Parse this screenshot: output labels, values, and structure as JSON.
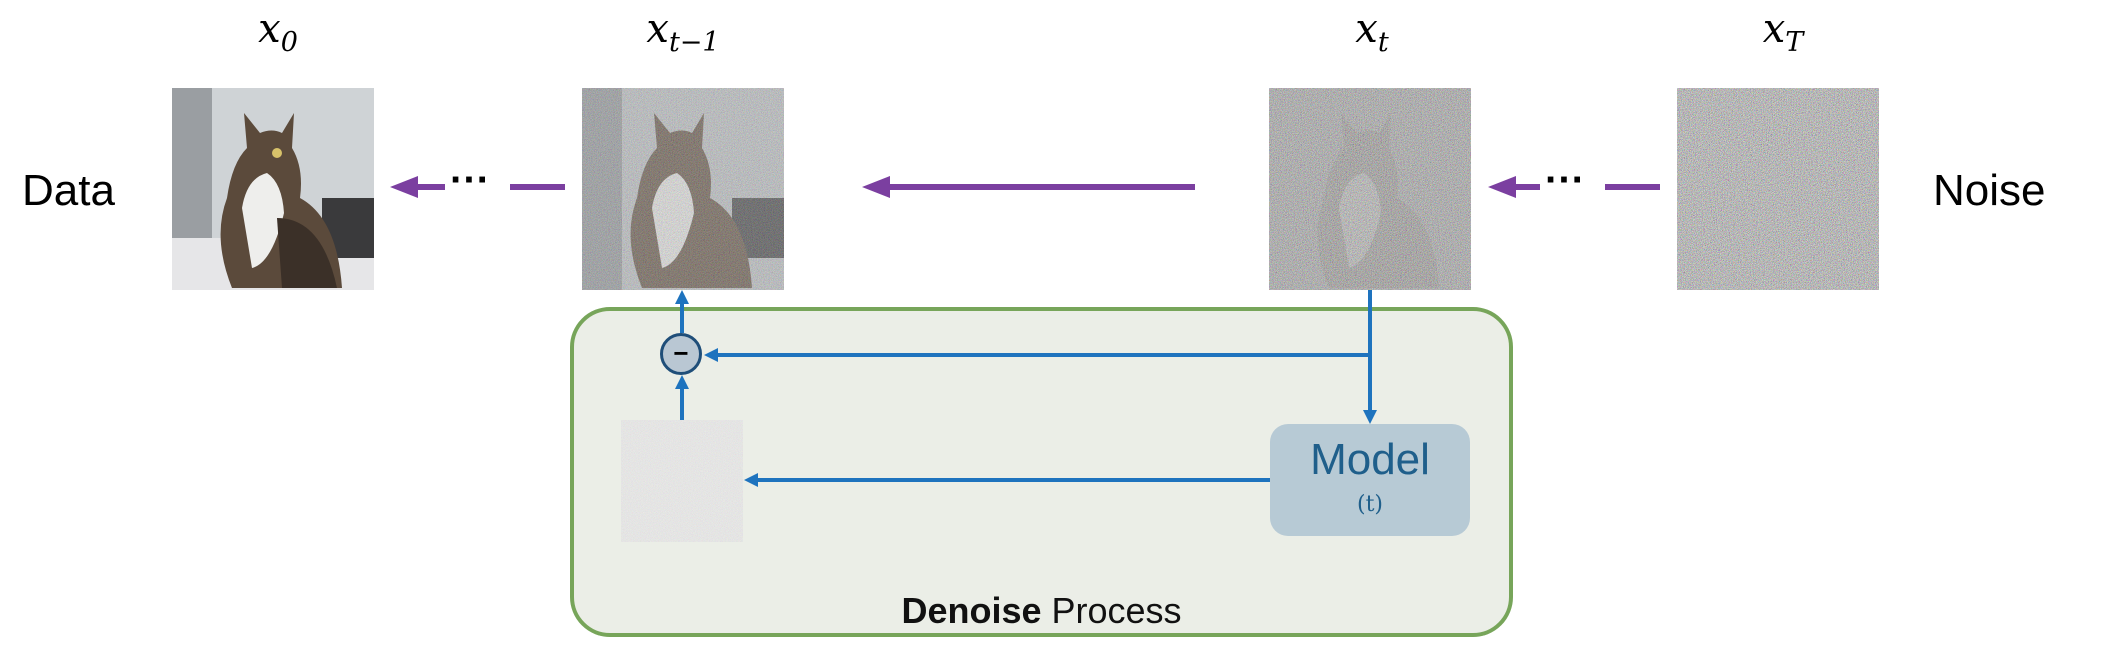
{
  "labels": {
    "x0": {
      "base": "x",
      "sub": "0"
    },
    "xt_minus_1": {
      "base": "x",
      "sub": "t−1"
    },
    "xt": {
      "base": "x",
      "sub": "t"
    },
    "xT": {
      "base": "x",
      "sub": "T"
    }
  },
  "side_left": "Data",
  "side_right": "Noise",
  "ellipsis": "···",
  "minus_sign": "−",
  "model": {
    "name": "Model",
    "arg": "(t)"
  },
  "process": {
    "bold": "Denoise",
    "rest": " Process"
  },
  "colors": {
    "reverse_arrow": "#7b3fa0",
    "flow_arrow": "#1e73be",
    "panel_bg": "#ebeee7",
    "panel_border": "#77a55a",
    "model_bg": "#b7cad5",
    "model_text": "#1f5f8b"
  },
  "icons": [
    "cat-clean-image",
    "cat-slightly-noisy-image",
    "cat-noisy-image",
    "pure-noise-image",
    "predicted-noise-image",
    "subtract-node-icon"
  ]
}
